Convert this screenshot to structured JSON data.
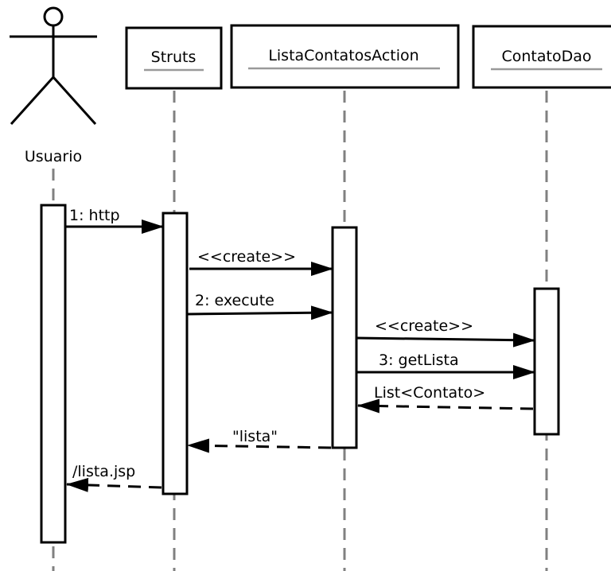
{
  "actor": {
    "label": "Usuario"
  },
  "participants": [
    {
      "id": "struts",
      "label": "Struts"
    },
    {
      "id": "action",
      "label": "ListaContatosAction"
    },
    {
      "id": "dao",
      "label": "ContatoDao"
    }
  ],
  "messages": [
    {
      "id": "m1",
      "label": "1: http",
      "type": "sync"
    },
    {
      "id": "m2",
      "label": "<<create>>",
      "type": "sync"
    },
    {
      "id": "m3",
      "label": "2: execute",
      "type": "sync"
    },
    {
      "id": "m4",
      "label": "<<create>>",
      "type": "sync"
    },
    {
      "id": "m5",
      "label": "3: getLista",
      "type": "sync"
    },
    {
      "id": "m6",
      "label": "List<Contato>",
      "type": "return"
    },
    {
      "id": "m7",
      "label": "\"lista\"",
      "type": "return"
    },
    {
      "id": "m8",
      "label": "/lista.jsp",
      "type": "return"
    }
  ],
  "colors": {
    "line": "#000000",
    "lifeline": "#808080",
    "underline": "#999999",
    "fill": "#ffffff"
  }
}
